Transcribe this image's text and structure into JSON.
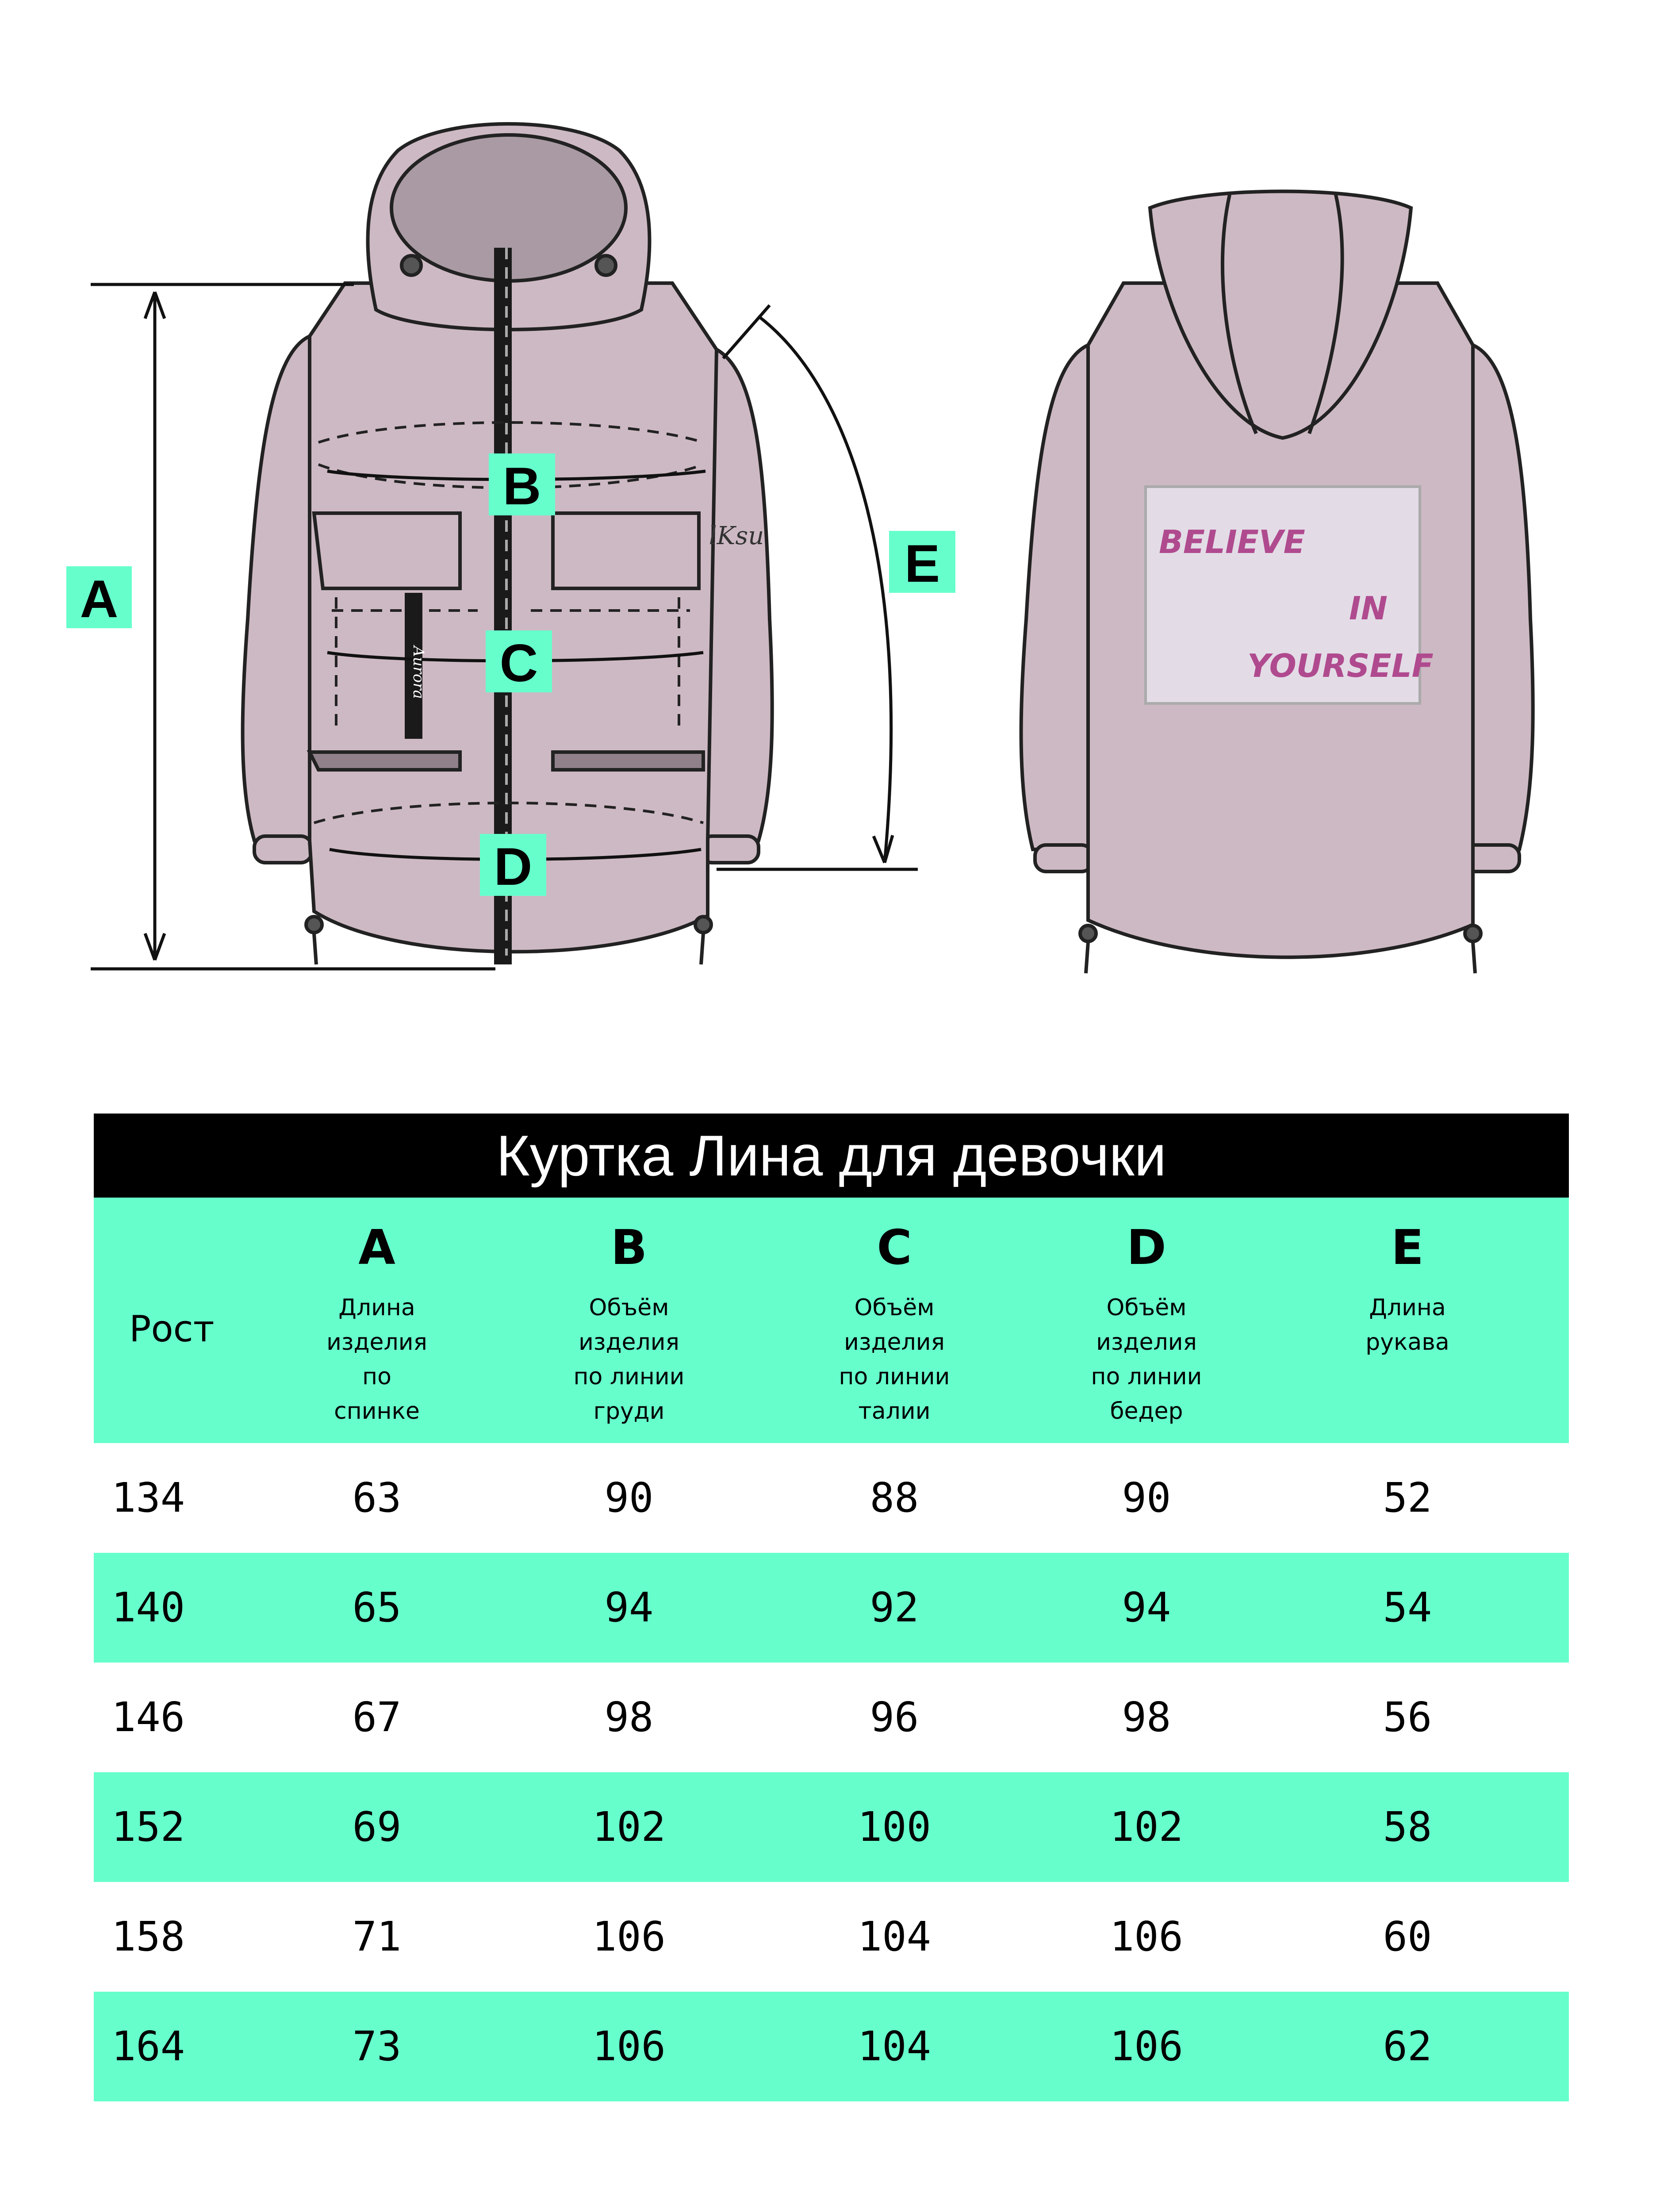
{
  "illustration": {
    "labels": {
      "a": "A",
      "b": "B",
      "c": "C",
      "d": "D",
      "e": "E"
    },
    "front_tag": "Aurora",
    "sleeve_logo": "lKsu",
    "patch_text": {
      "line1": "BELIEVE",
      "line2": "IN",
      "line3": "YOURSELF"
    },
    "colors": {
      "jacket": "#cdb9c3",
      "accent": "#66ffcc",
      "zipper": "#1a1a1a",
      "hood_inner": "#a99aa3"
    }
  },
  "table": {
    "title": "Куртка Лина для девочки",
    "rost_label": "Рост",
    "columns": [
      {
        "letter": "A",
        "desc": [
          "Длина",
          "изделия",
          "по",
          "спинке"
        ]
      },
      {
        "letter": "B",
        "desc": [
          "Объём",
          "изделия",
          "по линии",
          "груди"
        ]
      },
      {
        "letter": "C",
        "desc": [
          "Объём",
          "изделия",
          "по линии",
          "талии"
        ]
      },
      {
        "letter": "D",
        "desc": [
          "Объём",
          "изделия",
          "по линии",
          "бедер"
        ]
      },
      {
        "letter": "E",
        "desc": [
          "Длина",
          "рукава"
        ]
      }
    ],
    "rows": [
      [
        "134",
        "63",
        "90",
        "88",
        "90",
        "52"
      ],
      [
        "140",
        "65",
        "94",
        "92",
        "94",
        "54"
      ],
      [
        "146",
        "67",
        "98",
        "96",
        "98",
        "56"
      ],
      [
        "152",
        "69",
        "102",
        "100",
        "102",
        "58"
      ],
      [
        "158",
        "71",
        "106",
        "104",
        "106",
        "60"
      ],
      [
        "164",
        "73",
        "106",
        "104",
        "106",
        "62"
      ]
    ]
  }
}
